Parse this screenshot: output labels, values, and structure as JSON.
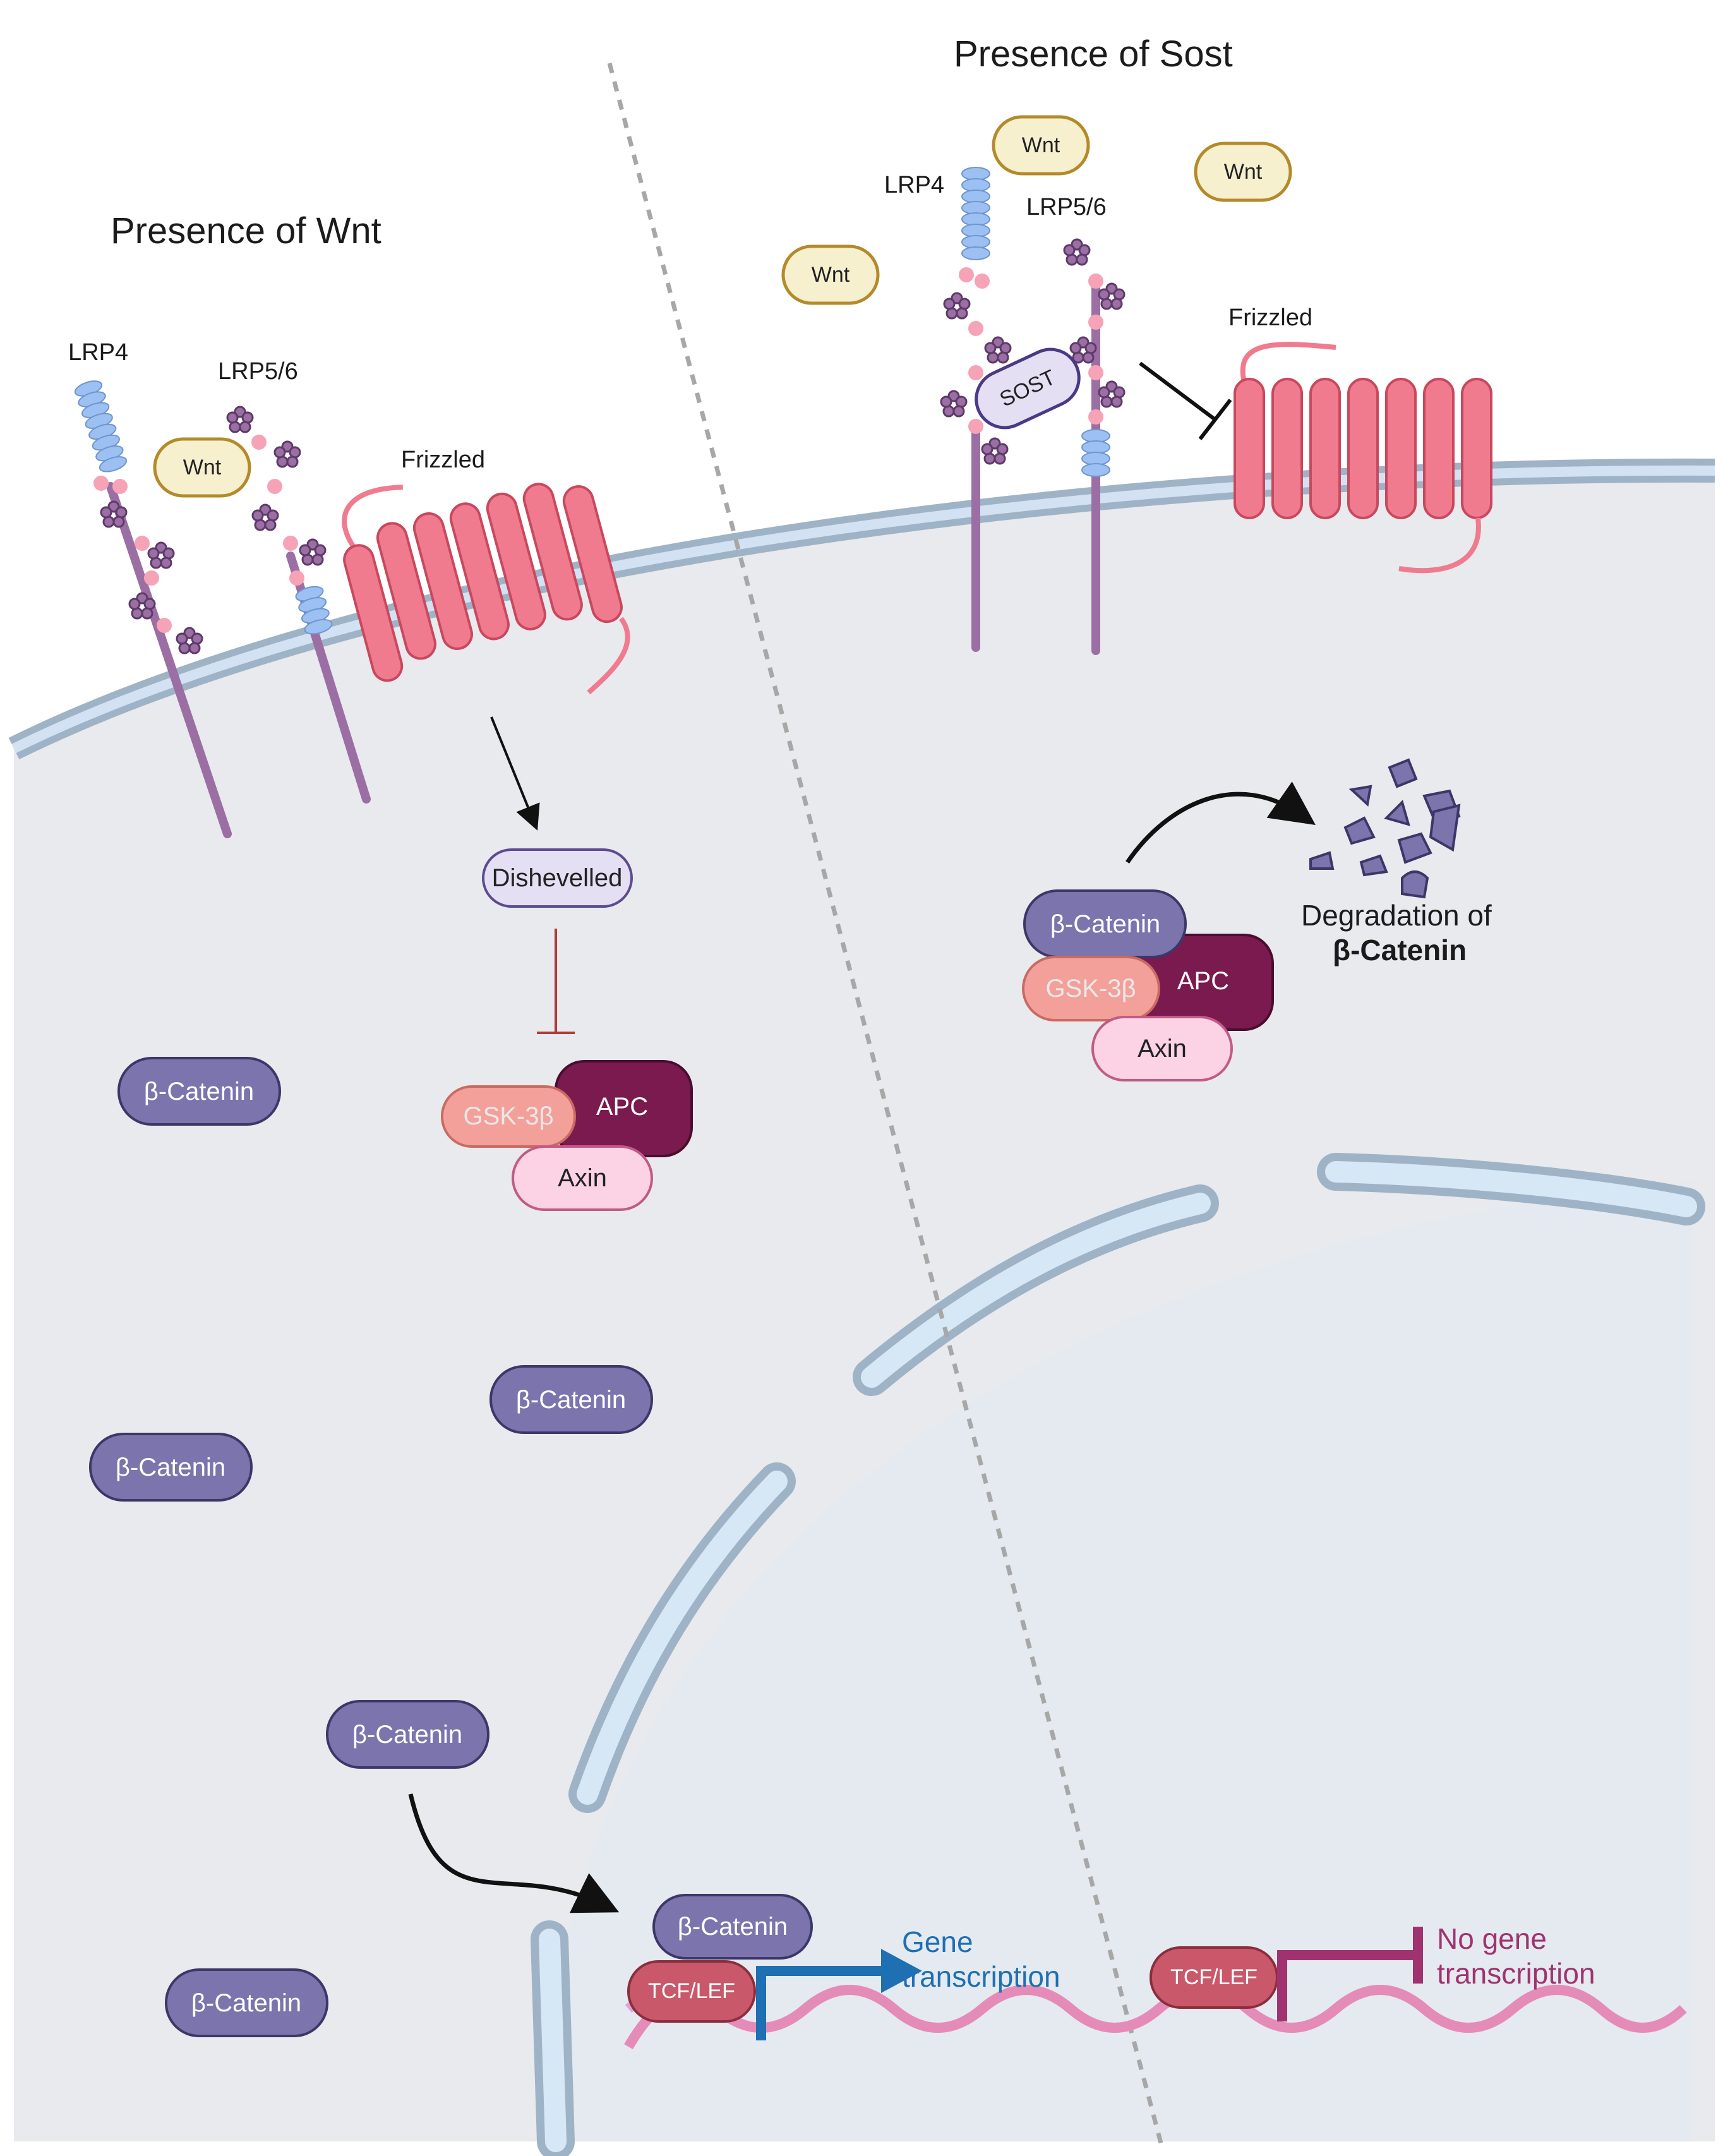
{
  "left_title": "Presence of Wnt",
  "right_title": "Presence of Sost",
  "labels": {
    "lrp4": "LRP4",
    "lrp56": "LRP5/6",
    "frizzled": "Frizzled",
    "wnt": "Wnt",
    "sost": "SOST",
    "dishevelled": "Dishevelled",
    "gsk3b": "GSK-3β",
    "apc": "APC",
    "axin": "Axin",
    "beta_catenin": "β-Catenin",
    "tcf_lef": "TCF/LEF",
    "degradation_line1": "Degradation of",
    "degradation_line2": "β-Catenin",
    "gene_line1": "Gene",
    "gene_line2": "transcription",
    "nogene_line1": "No gene",
    "nogene_line2": "transcription"
  },
  "colors": {
    "membrane_outer": "#a8bccb",
    "membrane_inner": "#d6e6f5",
    "cytoplasm": "#e8eaee",
    "nucleus": "#e5ebf1",
    "catenin": "#7b74ad",
    "frizzled": "#f07b8e",
    "lrp_stalk": "#9b6fa3",
    "apc": "#7a1a4e",
    "gsk": "#f4a09a",
    "axin": "#fbd3e5",
    "tcf": "#c9586a",
    "wnt": "#f7f0cf",
    "wnt_border": "#b48a2a",
    "gene_arrow": "#1f6fb3",
    "no_gene": "#a0336f"
  }
}
